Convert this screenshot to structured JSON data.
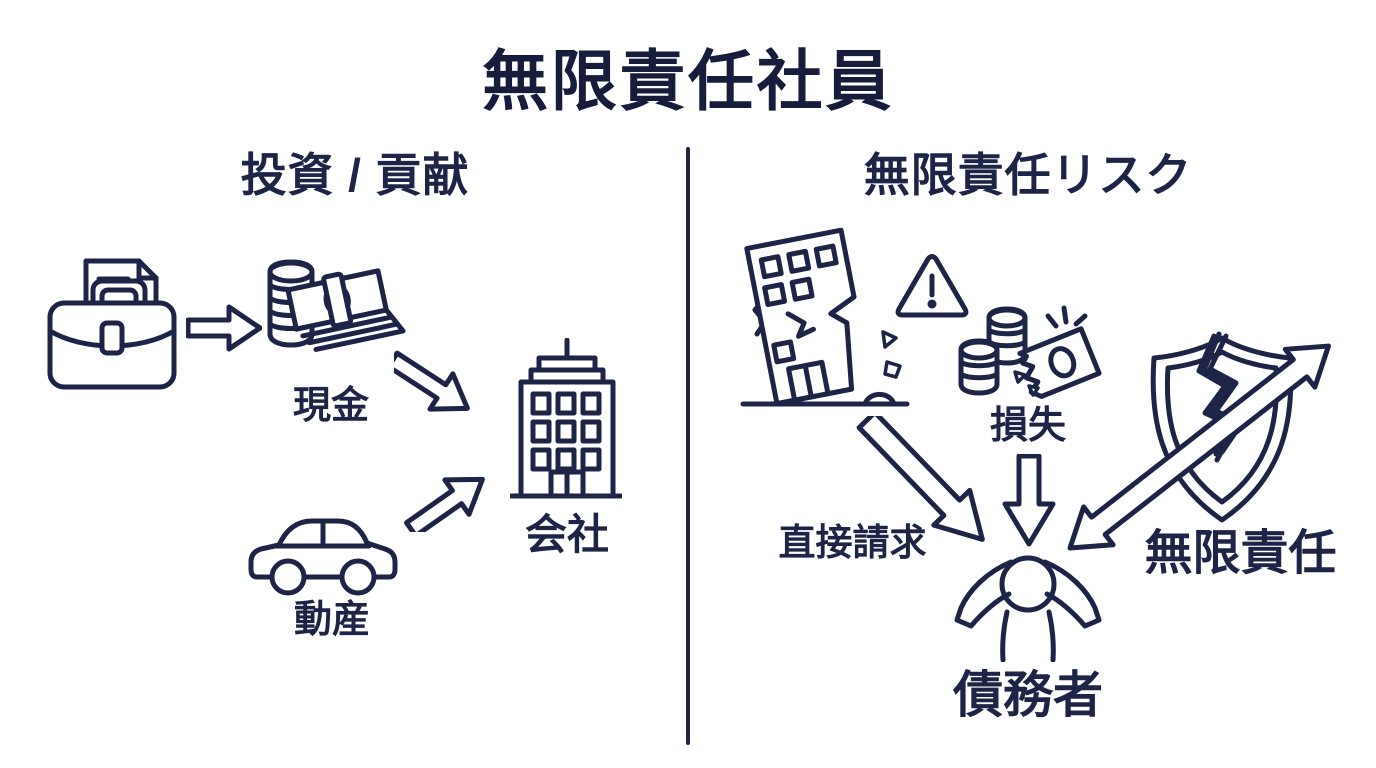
{
  "title": "無限責任社員",
  "colors": {
    "ink": "#1d2445",
    "background": "#ffffff"
  },
  "left_panel": {
    "header": "投資 / 貢献",
    "icons": [
      "briefcase-document-icon",
      "arrow-right-icon",
      "cash-icon",
      "arrow-down-right-icon",
      "arrow-up-right-icon",
      "company-building-icon",
      "car-icon"
    ],
    "cash_label": "現金",
    "company_label": "会社",
    "movable_property_label": "動産"
  },
  "right_panel": {
    "header": "無限責任リスク",
    "icons": [
      "collapsing-building-icon",
      "warning-icon",
      "loss-money-icon",
      "direct-claim-arrow-icon",
      "arrow-down-icon",
      "broken-shield-arrow-icon",
      "debtor-person-icon"
    ],
    "loss_label": "損失",
    "direct_claim_label": "直接請求",
    "unlimited_liability_label": "無限責任",
    "debtor_label": "債務者"
  }
}
